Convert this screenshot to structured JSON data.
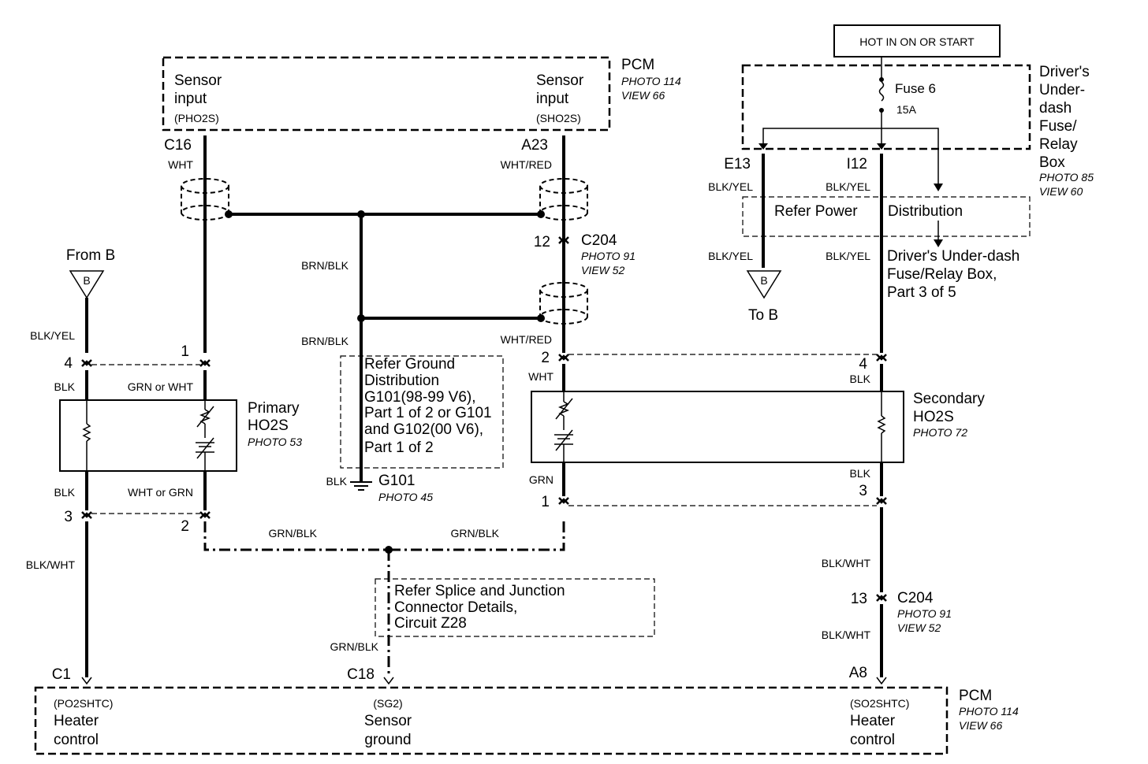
{
  "hot_label": "HOT IN ON OR START",
  "pcm_top": {
    "name": "PCM",
    "photo": "PHOTO 114",
    "view": "VIEW 66",
    "left_input_1": "Sensor",
    "left_input_2": "input",
    "left_code": "(PHO2S)",
    "right_input_1": "Sensor",
    "right_input_2": "input",
    "right_code": "(SHO2S)"
  },
  "pcm_bottom": {
    "name": "PCM",
    "photo": "PHOTO 114",
    "view": "VIEW 66",
    "c1_code": "(PO2SHTC)",
    "c1_1": "Heater",
    "c1_2": "control",
    "c18_code": "(SG2)",
    "c18_1": "Sensor",
    "c18_2": "ground",
    "a8_code": "(SO2SHTC)",
    "a8_1": "Heater",
    "a8_2": "control"
  },
  "fuse_box": {
    "line1": "Driver's",
    "line2": "Under-",
    "line3": "dash",
    "line4": "Fuse/",
    "line5": "Relay",
    "line6": "Box",
    "photo": "PHOTO 85",
    "view": "VIEW 60",
    "fuse": "Fuse 6",
    "amp": "15A"
  },
  "refer_power": {
    "text1": "Refer Power",
    "text2": "Distribution"
  },
  "under_dash_ref": {
    "line1": "Driver's Under-dash",
    "line2": "Fuse/Relay Box,",
    "line3": "Part 3 of 5"
  },
  "refer_ground": {
    "line1": "Refer Ground",
    "line2": "Distribution",
    "line3": "G101(98-99 V6),",
    "line4": "Part 1 of 2  or G101",
    "line5": "and G102(00 V6),",
    "line6": "Part 1 of 2"
  },
  "refer_splice": {
    "line1": "Refer Splice and Junction",
    "line2": "Connector Details,",
    "line3": "Circuit Z28"
  },
  "primary": {
    "name1": "Primary",
    "name2": "HO2S",
    "photo": "PHOTO 53"
  },
  "secondary": {
    "name1": "Secondary",
    "name2": "HO2S",
    "photo": "PHOTO 72"
  },
  "ground": {
    "name": "G101",
    "photo": "PHOTO 45",
    "wire": "BLK"
  },
  "c204_top": {
    "name": "C204",
    "photo": "PHOTO 91",
    "view": "VIEW 52",
    "pin": "12"
  },
  "c204_bottom": {
    "name": "C204",
    "photo": "PHOTO 91",
    "view": "VIEW 52",
    "pin": "13"
  },
  "connectors": {
    "c16": "C16",
    "a23": "A23",
    "e13": "E13",
    "i12": "I12",
    "c1": "C1",
    "c18": "C18",
    "a8": "A8"
  },
  "from_b": "From B",
  "to_b": "To B",
  "b_letter": "B",
  "pins": {
    "p_left_4": "4",
    "p_left_1": "1",
    "p_left_3": "3",
    "p_left_2": "2",
    "p_right_2": "2",
    "p_right_1": "1",
    "p_sec_4": "4",
    "p_sec_3": "3"
  },
  "wires": {
    "wht": "WHT",
    "wht_red_1": "WHT/RED",
    "blk_yel_e13a": "BLK/YEL",
    "blk_yel_i12a": "BLK/YEL",
    "blk_yel_e13b": "BLK/YEL",
    "blk_yel_i12b": "BLK/YEL",
    "brn_blk_1": "BRN/BLK",
    "brn_blk_2": "BRN/BLK",
    "wht_red_2": "WHT/RED",
    "wht_2": "WHT",
    "blk_yel_left": "BLK/YEL",
    "blk_left": "BLK",
    "grn_or_wht": "GRN or WHT",
    "blk_left_2": "BLK",
    "wht_or_grn": "WHT or GRN",
    "grn": "GRN",
    "blk_sec_top": "BLK",
    "blk_sec_bot": "BLK",
    "grn_blk_1": "GRN/BLK",
    "grn_blk_2": "GRN/BLK",
    "grn_blk_3": "GRN/BLK",
    "blk_wht_left": "BLK/WHT",
    "blk_wht_r1": "BLK/WHT",
    "blk_wht_r2": "BLK/WHT"
  }
}
